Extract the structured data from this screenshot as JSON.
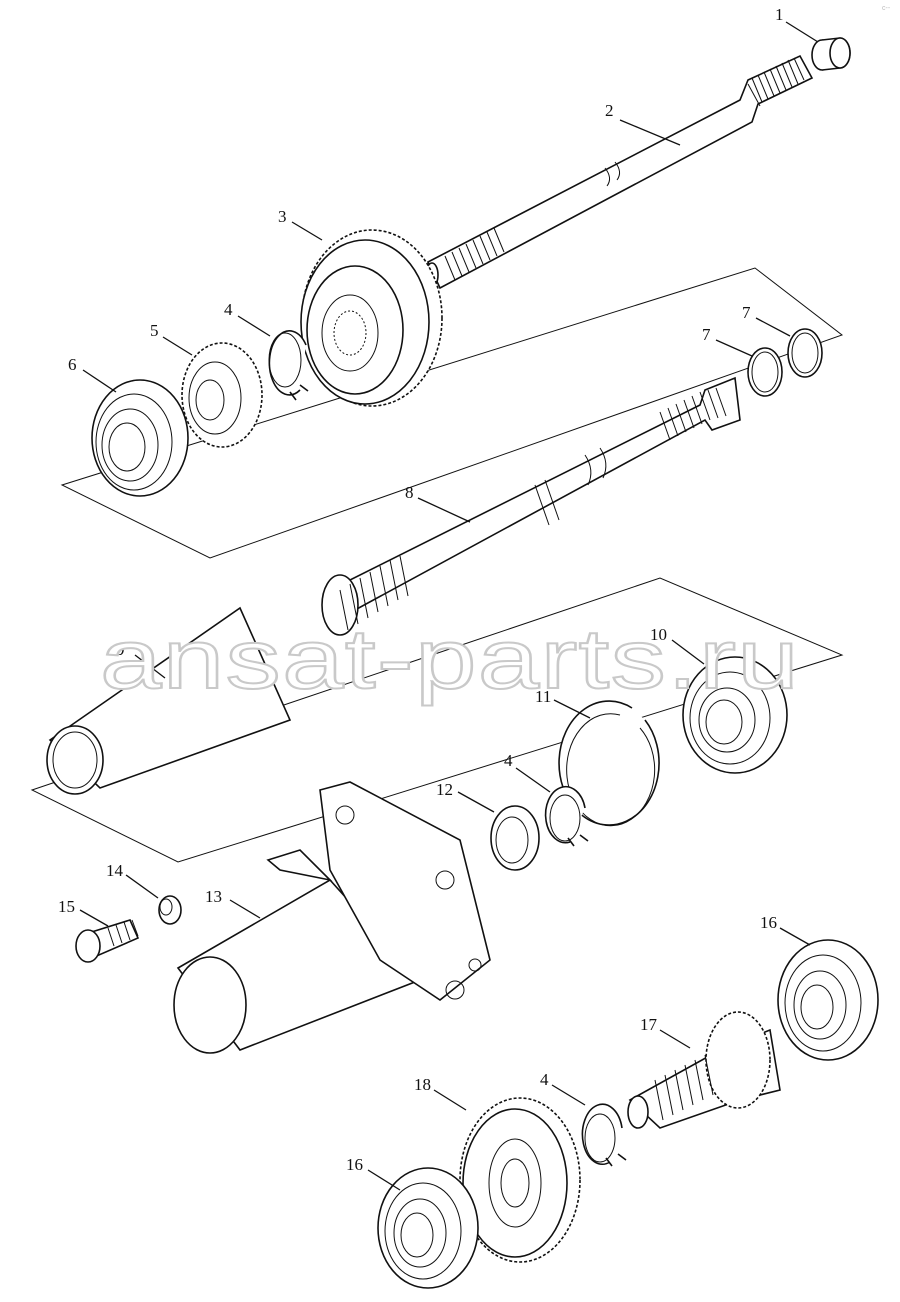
{
  "watermark": "ansat-parts.ru",
  "corner_mark": "c--",
  "callouts": [
    {
      "id": "c1",
      "text": "1"
    },
    {
      "id": "c2",
      "text": "2"
    },
    {
      "id": "c3",
      "text": "3"
    },
    {
      "id": "c4a",
      "text": "4"
    },
    {
      "id": "c5",
      "text": "5"
    },
    {
      "id": "c6",
      "text": "6"
    },
    {
      "id": "c7a",
      "text": "7"
    },
    {
      "id": "c7b",
      "text": "7"
    },
    {
      "id": "c8",
      "text": "8"
    },
    {
      "id": "c9",
      "text": "9"
    },
    {
      "id": "c10",
      "text": "10"
    },
    {
      "id": "c11",
      "text": "11"
    },
    {
      "id": "c4b",
      "text": "4"
    },
    {
      "id": "c12",
      "text": "12"
    },
    {
      "id": "c14",
      "text": "14"
    },
    {
      "id": "c13",
      "text": "13"
    },
    {
      "id": "c15",
      "text": "15"
    },
    {
      "id": "c16a",
      "text": "16"
    },
    {
      "id": "c17",
      "text": "17"
    },
    {
      "id": "c4c",
      "text": "4"
    },
    {
      "id": "c18",
      "text": "18"
    },
    {
      "id": "c16b",
      "text": "16"
    }
  ]
}
